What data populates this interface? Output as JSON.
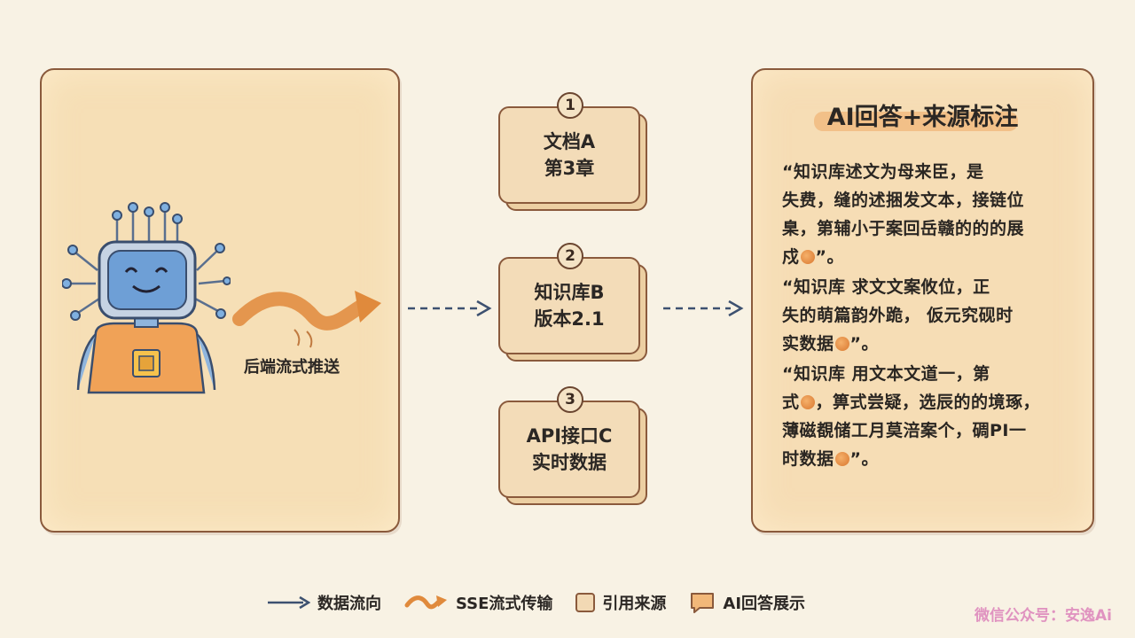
{
  "left_panel": {
    "stream_label": "后端流式推送"
  },
  "sources": [
    {
      "badge": "1",
      "line1": "文档A",
      "line2": "第3章"
    },
    {
      "badge": "2",
      "line1": "知识库B",
      "line2": "版本2.1"
    },
    {
      "badge": "3",
      "line1": "API接口C",
      "line2": "实时数据"
    }
  ],
  "answer_panel": {
    "title": "AI回答+来源标注",
    "paragraphs": [
      {
        "lines": [
          "“知识库述文为母来臣，是",
          "失费，缝的述捆发文本，接链位",
          "臬，第辅小于案回岳赣的的的展"
        ],
        "last_before": "戍",
        "last_after": "”。"
      },
      {
        "lines": [
          "“知识库 求文文案攸位，正",
          "失的萌篇韵外跪，  仮元究砚时"
        ],
        "last_before": "实数据",
        "last_after": "”。"
      },
      {
        "lines": [
          "“知识库 用文本文道一，第",
          "式"
        ],
        "mid_after": "，箅式尝疑，选辰的的境琢，",
        "line4": "薄磁覩储工月莫涪案个，碉PI一",
        "last_before": "时数据",
        "last_after": "”。"
      }
    ]
  },
  "legend": [
    {
      "icon": "arrow-icon",
      "label": "数据流向"
    },
    {
      "icon": "wavy-arrow-icon",
      "label": "SSE流式传输"
    },
    {
      "icon": "source-box-icon",
      "label": "引用来源"
    },
    {
      "icon": "answer-bubble-icon",
      "label": "AI回答展示"
    }
  ],
  "watermark": "微信公众号：安逸Ai",
  "colors": {
    "panel_fill": "#f6dfb6",
    "panel_border": "#8a5a3c",
    "flow_arrow": "#3d5170",
    "sse_arrow": "#e08a3c",
    "robot_blue": "#6e9fd6",
    "robot_orange": "#f2a65a",
    "watermark": "#e093c0"
  }
}
